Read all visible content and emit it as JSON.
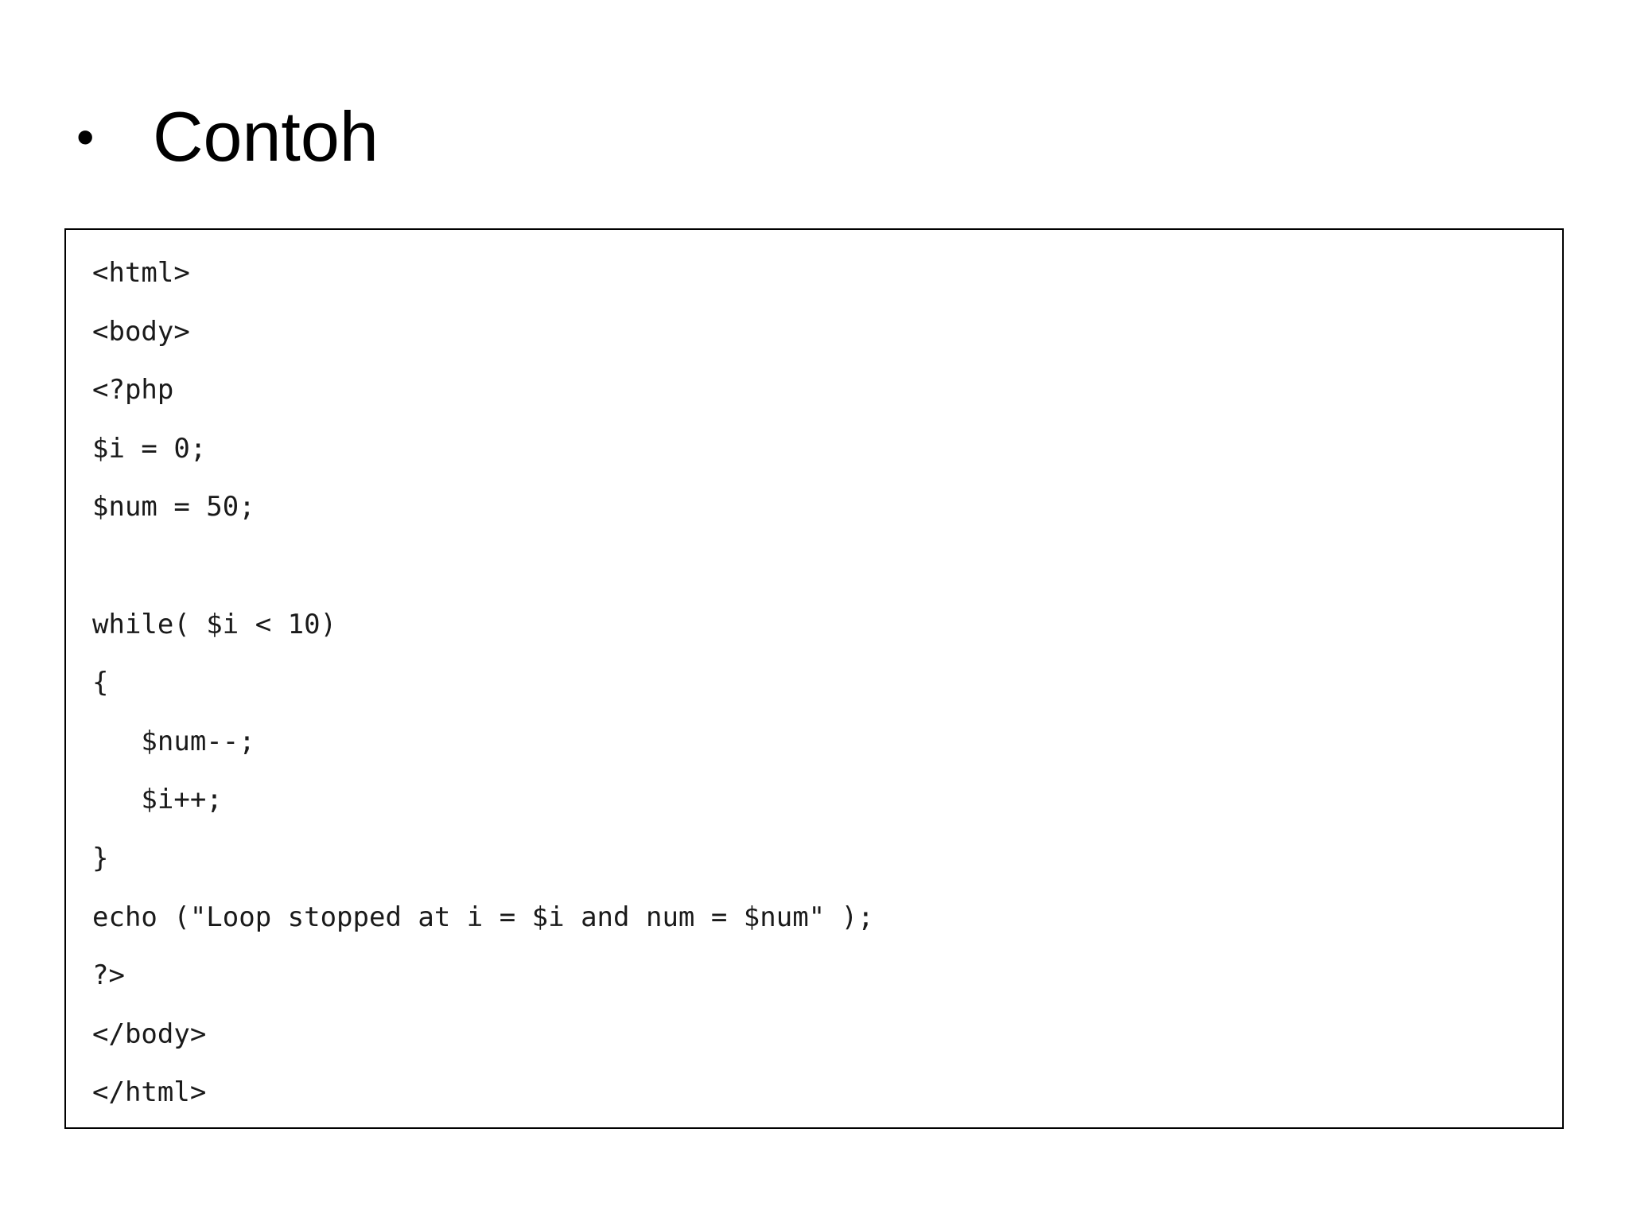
{
  "slide": {
    "bullet": "•",
    "heading": "Contoh"
  },
  "code": {
    "lines": [
      "<html>",
      "<body>",
      "<?php",
      "$i = 0;",
      "$num = 50;",
      "",
      "while( $i < 10)",
      "{",
      "   $num--;",
      "   $i++;",
      "}",
      "echo (\"Loop stopped at i = $i and num = $num\" );",
      "?>",
      "</body>",
      "</html>"
    ]
  }
}
